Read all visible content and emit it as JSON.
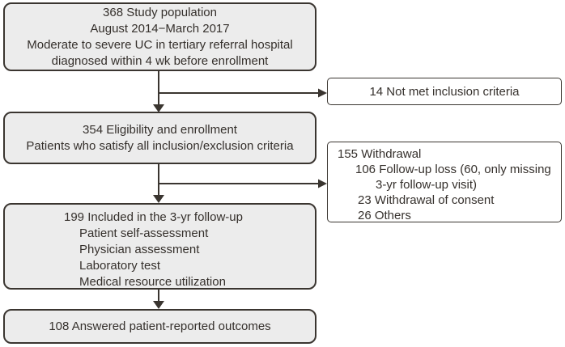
{
  "figure": {
    "type": "study-flow-diagram",
    "boxes": {
      "study_population": {
        "lines": [
          "368 Study population",
          "August 2014−March 2017",
          "Moderate to severe UC in tertiary referral hospital",
          "diagnosed within 4 wk before enrollment"
        ]
      },
      "not_met_inclusion": {
        "lines": [
          "14 Not met inclusion criteria"
        ]
      },
      "eligibility": {
        "lines": [
          "354 Eligibility and enrollment",
          "Patients who satisfy all inclusion/exclusion criteria"
        ]
      },
      "withdrawal": {
        "lines": [
          "155 Withdrawal",
          "106 Follow-up loss (60, only missing",
          "3-yr follow-up visit)",
          "23 Withdrawal of consent",
          "26 Others"
        ]
      },
      "followup": {
        "title": "199 Included in the 3-yr follow-up",
        "items": [
          "Patient self-assessment",
          "Physician assessment",
          "Laboratory test",
          "Medical resource utilization"
        ]
      },
      "outcomes": {
        "lines": [
          "108 Answered patient-reported outcomes"
        ]
      }
    },
    "colors": {
      "main_box_fill": "#ececec",
      "side_box_fill": "#ffffff",
      "border_and_lines": "#3a3530",
      "text": "#35302c",
      "background": "#ffffff"
    }
  }
}
